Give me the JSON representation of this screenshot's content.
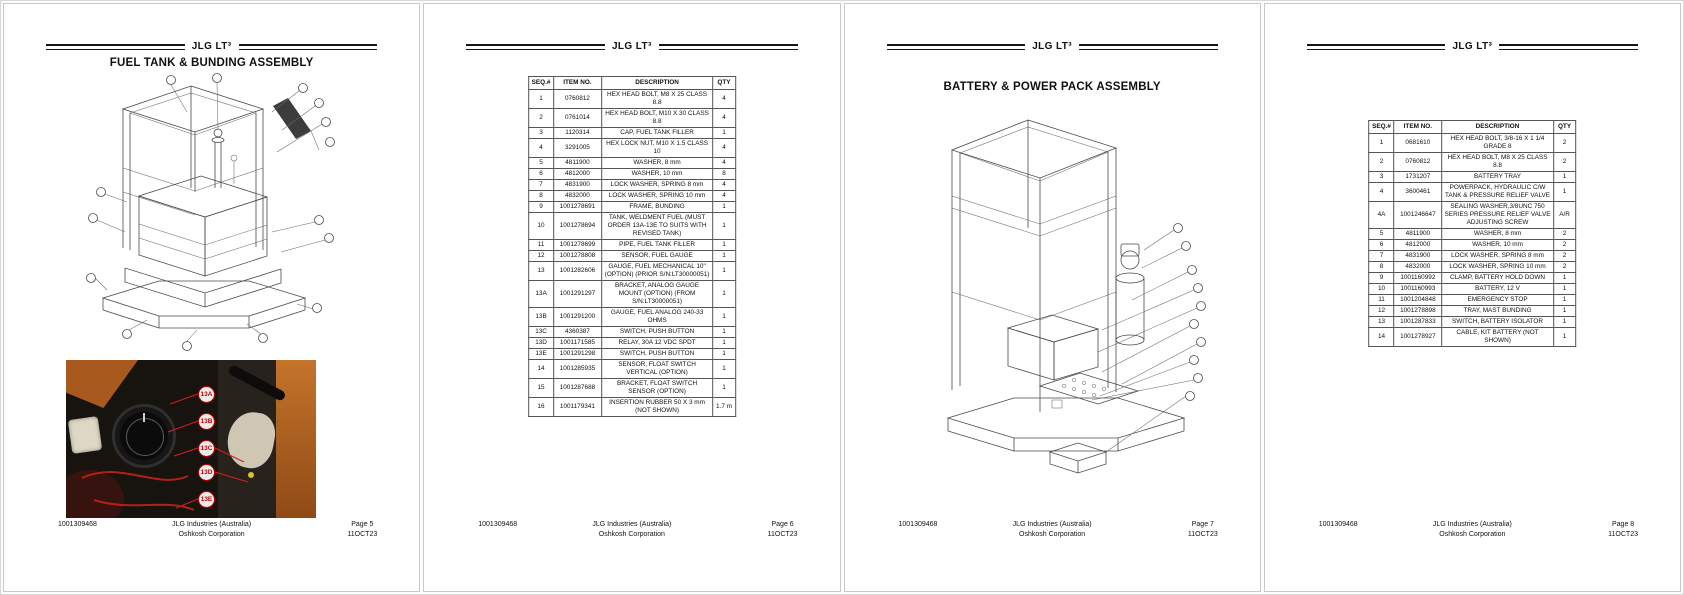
{
  "doc": {
    "brand": "JLG LT³",
    "part_number": "1001309468",
    "company_line1": "JLG Industries (Australia)",
    "company_line2": "Oshkosh Corporation",
    "date": "11OCT23"
  },
  "pages": [
    {
      "title": "FUEL TANK & BUNDING ASSEMBLY",
      "page_label": "Page 5",
      "photo_callouts": [
        "13A",
        "13B",
        "13C",
        "13D",
        "13E"
      ]
    },
    {
      "page_label": "Page 6",
      "table": {
        "headers": [
          "SEQ.#",
          "ITEM NO.",
          "DESCRIPTION",
          "QTY"
        ],
        "rows": [
          [
            "1",
            "0760812",
            "HEX HEAD BOLT, M8 X 25 CLASS 8.8",
            "4"
          ],
          [
            "2",
            "0761014",
            "HEX HEAD BOLT, M10 X 30 CLASS 8.8",
            "4"
          ],
          [
            "3",
            "1120314",
            "CAP, FUEL TANK FILLER",
            "1"
          ],
          [
            "4",
            "3291005",
            "HEX LOCK NUT, M10 X 1.5 CLASS 10",
            "4"
          ],
          [
            "5",
            "4811900",
            "WASHER, 8 mm",
            "4"
          ],
          [
            "6",
            "4812000",
            "WASHER, 10 mm",
            "8"
          ],
          [
            "7",
            "4831900",
            "LOCK WASHER, SPRING 8 mm",
            "4"
          ],
          [
            "8",
            "4832000",
            "LOCK WASHER, SPRING 10 mm",
            "4"
          ],
          [
            "9",
            "1001278691",
            "FRAME, BUNDING",
            "1"
          ],
          [
            "10",
            "1001278694",
            "TANK, WELDMENT FUEL (MUST ORDER 13A-13E TO SUITS WITH REVISED TANK)",
            "1"
          ],
          [
            "11",
            "1001278699",
            "PIPE, FUEL TANK FILLER",
            "1"
          ],
          [
            "12",
            "1001278808",
            "SENSOR, FUEL GAUGE",
            "1"
          ],
          [
            "13",
            "1001282606",
            "GAUGE, FUEL MECHANICAL 10\" (OPTION) (PRIOR S/N:LT30000051)",
            "1"
          ],
          [
            "13A",
            "1001291297",
            "BRACKET, ANALOG GAUGE MOUNT (OPTION) (FROM S/N:LT30000051)",
            "1"
          ],
          [
            "13B",
            "1001291200",
            "GAUGE, FUEL ANALOG 240-33 OHMS",
            "1"
          ],
          [
            "13C",
            "4360387",
            "SWITCH, PUSH BUTTON",
            "1"
          ],
          [
            "13D",
            "1001171585",
            "RELAY, 30A 12 VDC SPDT",
            "1"
          ],
          [
            "13E",
            "1001291298",
            "SWITCH, PUSH BUTTON",
            "1"
          ],
          [
            "14",
            "1001285935",
            "SENSOR, FLOAT SWITCH VERTICAL (OPTION)",
            "1"
          ],
          [
            "15",
            "1001287688",
            "BRACKET, FLOAT SWITCH SENSOR (OPTION)",
            "1"
          ],
          [
            "16",
            "1001179341",
            "INSERTION RUBBER 50 X 3 mm (NOT SHOWN)",
            "1.7 m"
          ]
        ]
      }
    },
    {
      "title": "BATTERY & POWER PACK ASSEMBLY",
      "page_label": "Page 7"
    },
    {
      "page_label": "Page 8",
      "table": {
        "headers": [
          "SEQ.#",
          "ITEM NO.",
          "DESCRIPTION",
          "QTY"
        ],
        "rows": [
          [
            "1",
            "0681610",
            "HEX HEAD BOLT, 3/8-16 X 1 1/4 GRADE 8",
            "2"
          ],
          [
            "2",
            "0760812",
            "HEX HEAD BOLT, M8 X 25 CLASS 8.8",
            "2"
          ],
          [
            "3",
            "1731207",
            "BATTERY TRAY",
            "1"
          ],
          [
            "4",
            "3600461",
            "POWERPACK, HYDRAULIC C/W TANK & PRESSURE RELIEF VALVE",
            "1"
          ],
          [
            "4A",
            "1001246647",
            "SEALING WASHER,3/8UNC 750 SERIES PRESSURE RELIEF VALVE ADJUSTING SCREW",
            "A/R"
          ],
          [
            "5",
            "4811900",
            "WASHER, 8 mm",
            "2"
          ],
          [
            "6",
            "4812000",
            "WASHER, 10 mm",
            "2"
          ],
          [
            "7",
            "4831900",
            "LOCK WASHER, SPRING 8 mm",
            "2"
          ],
          [
            "8",
            "4832000",
            "LOCK WASHER, SPRING 10 mm",
            "2"
          ],
          [
            "9",
            "1001160992",
            "CLAMP, BATTERY HOLD DOWN",
            "1"
          ],
          [
            "10",
            "1001160993",
            "BATTERY, 12 V",
            "1"
          ],
          [
            "11",
            "1001204848",
            "EMERGENCY STOP",
            "1"
          ],
          [
            "12",
            "1001278898",
            "TRAY, MAST BUNDING",
            "1"
          ],
          [
            "13",
            "1001287833",
            "SWITCH, BATTERY ISOLATOR",
            "1"
          ],
          [
            "14",
            "1001278927",
            "CABLE, KIT BATTERY (NOT SHOWN)",
            "1"
          ]
        ]
      }
    }
  ]
}
